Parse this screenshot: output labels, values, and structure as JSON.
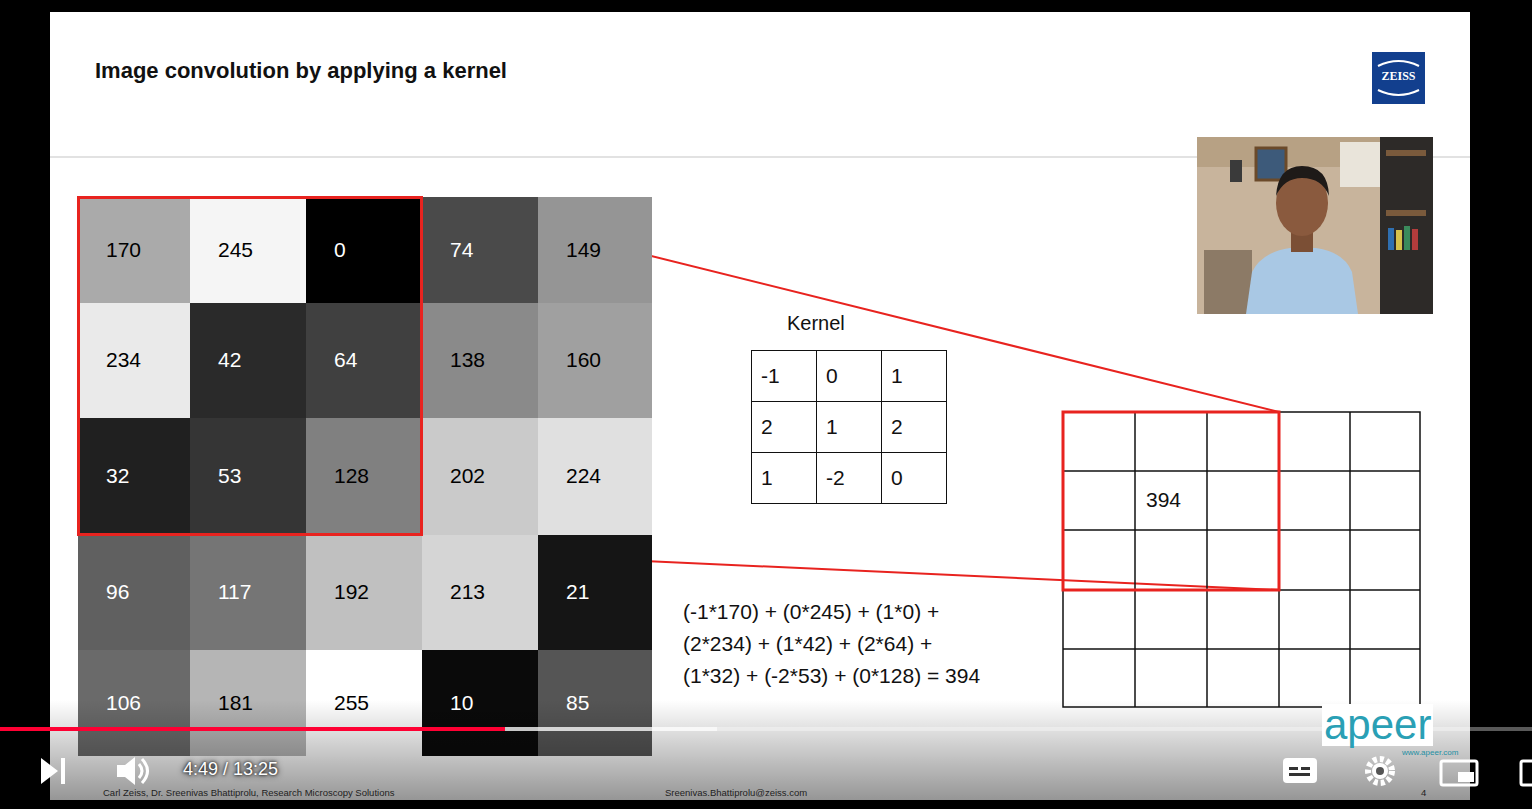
{
  "diagram": {
    "title": "Image convolution by applying a kernel",
    "nodes": [
      {
        "text": [
          "170"
        ]
      },
      {
        "text": [
          "245"
        ]
      },
      {
        "text": [
          "0"
        ]
      },
      {
        "text": [
          "74"
        ]
      },
      {
        "text": [
          "149"
        ]
      },
      {
        "text": [
          "234"
        ]
      },
      {
        "text": [
          "42"
        ]
      },
      {
        "text": [
          "64"
        ]
      },
      {
        "text": [
          "138"
        ]
      },
      {
        "text": [
          "160"
        ]
      },
      {
        "text": [
          "32"
        ]
      },
      {
        "text": [
          "53"
        ]
      },
      {
        "text": [
          "128"
        ]
      },
      {
        "text": [
          "202"
        ]
      },
      {
        "text": [
          "224"
        ]
      },
      {
        "text": [
          "96"
        ]
      },
      {
        "text": [
          "117"
        ]
      },
      {
        "text": [
          "192"
        ]
      },
      {
        "text": [
          "213"
        ]
      },
      {
        "text": [
          "21"
        ]
      },
      {
        "text": [
          "106"
        ]
      },
      {
        "text": [
          "181"
        ]
      },
      {
        "text": [
          "255"
        ]
      },
      {
        "text": [
          "10"
        ]
      },
      {
        "text": [
          "85"
        ]
      },
      {
        "text": [
          "Kernel"
        ]
      },
      {
        "text": [
          "-1"
        ],
        "in": 25
      },
      {
        "text": [
          "0"
        ],
        "in": 25
      },
      {
        "text": [
          "1"
        ],
        "in": 25
      },
      {
        "text": [
          "2"
        ],
        "in": 25
      },
      {
        "text": [
          "1"
        ],
        "in": 25
      },
      {
        "text": [
          "2"
        ],
        "in": 25
      },
      {
        "text": [
          "1"
        ],
        "in": 25
      },
      {
        "text": [
          "-2"
        ],
        "in": 25
      },
      {
        "text": [
          "0"
        ],
        "in": 25
      },
      {
        "text": [
          "394"
        ]
      }
    ],
    "labels": [
      "ZEISS",
      "(-1*170) + (0*245) + (1*0) +",
      "(2*234) + (1*42) + (2*64) +",
      "(1*32) + (-2*53) + (0*128) = 394",
      "apeer",
      "www.apeer.com",
      "4:49 / 13:25",
      "Carl Zeiss, Dr. Sreenivas Bhattiprolu, Research Microscopy Solutions",
      "Sreenivas.Bhattiprolu@zeiss.com",
      "4"
    ]
  }
}
